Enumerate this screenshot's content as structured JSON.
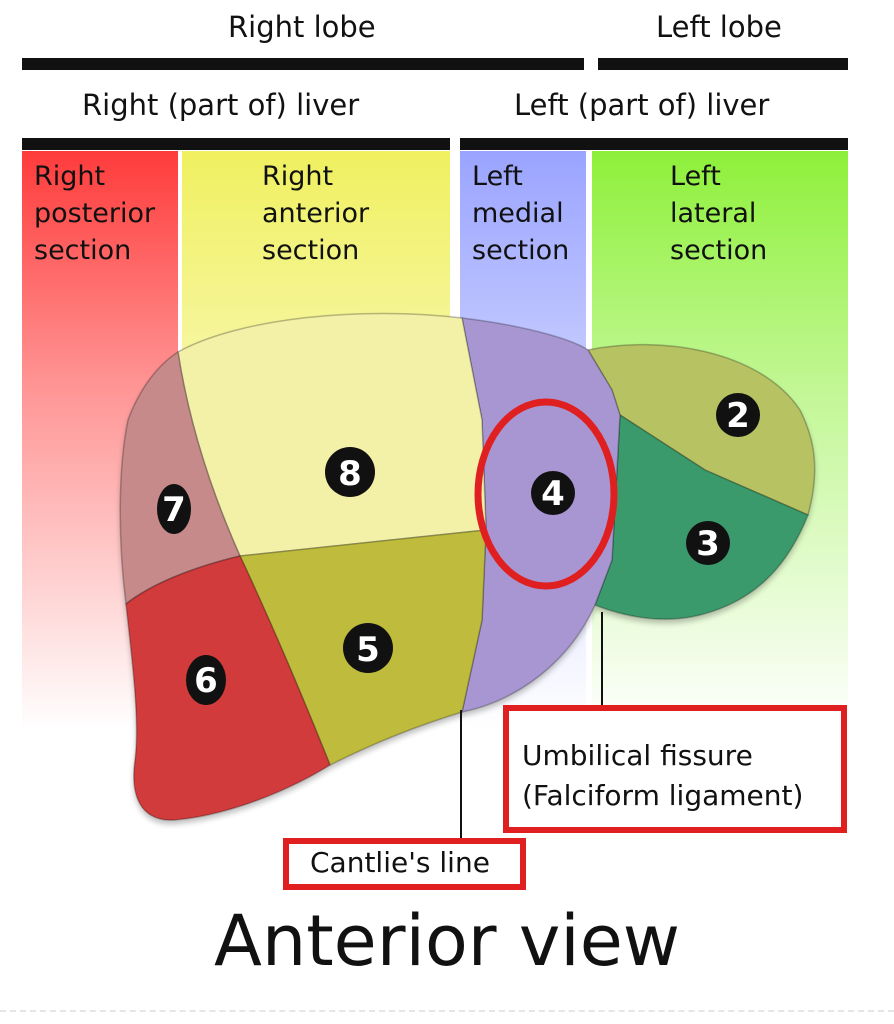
{
  "headers": {
    "right_lobe": "Right lobe",
    "left_lobe": "Left lobe",
    "right_liver": "Right (part of) liver",
    "left_liver": "Left (part of) liver"
  },
  "sections": [
    {
      "label": "Right\nposterior\nsection",
      "color": "#ff3b3b"
    },
    {
      "label": "Right\nanterior\nsection",
      "color": "#f0f060"
    },
    {
      "label": "Left\nmedial\nsection",
      "color": "#9aa4ff"
    },
    {
      "label": "Left\nlateral\nsection",
      "color": "#8ef03a"
    }
  ],
  "segments": [
    {
      "number": "2",
      "color": "#b7c264"
    },
    {
      "number": "3",
      "color": "#3a9a6c"
    },
    {
      "number": "4",
      "color": "#a796d2"
    },
    {
      "number": "5",
      "color": "#bfbc3c"
    },
    {
      "number": "6",
      "color": "#d23a3a"
    },
    {
      "number": "7",
      "color": "#c68a8a"
    },
    {
      "number": "8",
      "color": "#f3f0a8"
    }
  ],
  "callouts": {
    "umbilical_fissure": "Umbilical fissure\n(Falciform ligament)",
    "cantlie_line": "Cantlie's line"
  },
  "highlight_color": "#e02020",
  "view_title": "Anterior view"
}
